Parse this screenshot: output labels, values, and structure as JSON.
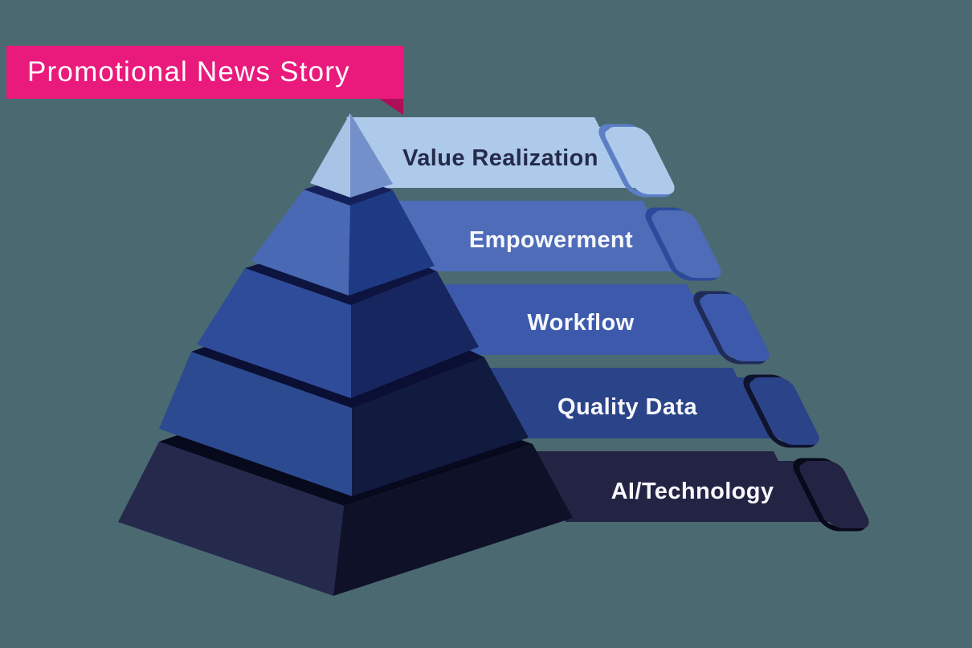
{
  "background_color": "#4B6971",
  "banner": {
    "label": "Promotional News Story",
    "fill": "#E91A7B",
    "fold_fill": "#AD1058",
    "text_color": "#FFFFFF"
  },
  "pyramid": {
    "type": "five-level-3d-pyramid",
    "levels": [
      {
        "rank": 1,
        "label": "Value Realization",
        "band_fill": "#AECAEB",
        "band_accent": "#5B7EC5",
        "label_color": "#262B4B",
        "face_left": "#A8C3E6",
        "face_right": "#7490CA",
        "face_top": null
      },
      {
        "rank": 2,
        "label": "Empowerment",
        "band_fill": "#4E6CB8",
        "band_accent": "#2B4A9B",
        "label_color": "#F7F8FC",
        "face_left": "#4A69B4",
        "face_right": "#1E3A85",
        "face_top": "#15215A"
      },
      {
        "rank": 3,
        "label": "Workflow",
        "band_fill": "#3C59AB",
        "band_accent": "#202C58",
        "label_color": "#F7F8FC",
        "face_left": "#2F4C9A",
        "face_right": "#17265F",
        "face_top": "#0D1440"
      },
      {
        "rank": 4,
        "label": "Quality Data",
        "band_fill": "#2B4489",
        "band_accent": "#0F132D",
        "label_color": "#F7F8FC",
        "face_left": "#2C4A8F",
        "face_right": "#111A3F",
        "face_top": "#0A0F33"
      },
      {
        "rank": 5,
        "label": "AI/Technology",
        "band_fill": "#232343",
        "band_accent": "#08091A",
        "label_color": "#F7F8FC",
        "face_left": "#252A4C",
        "face_right": "#0E1128",
        "face_top": "#07091C"
      }
    ]
  }
}
